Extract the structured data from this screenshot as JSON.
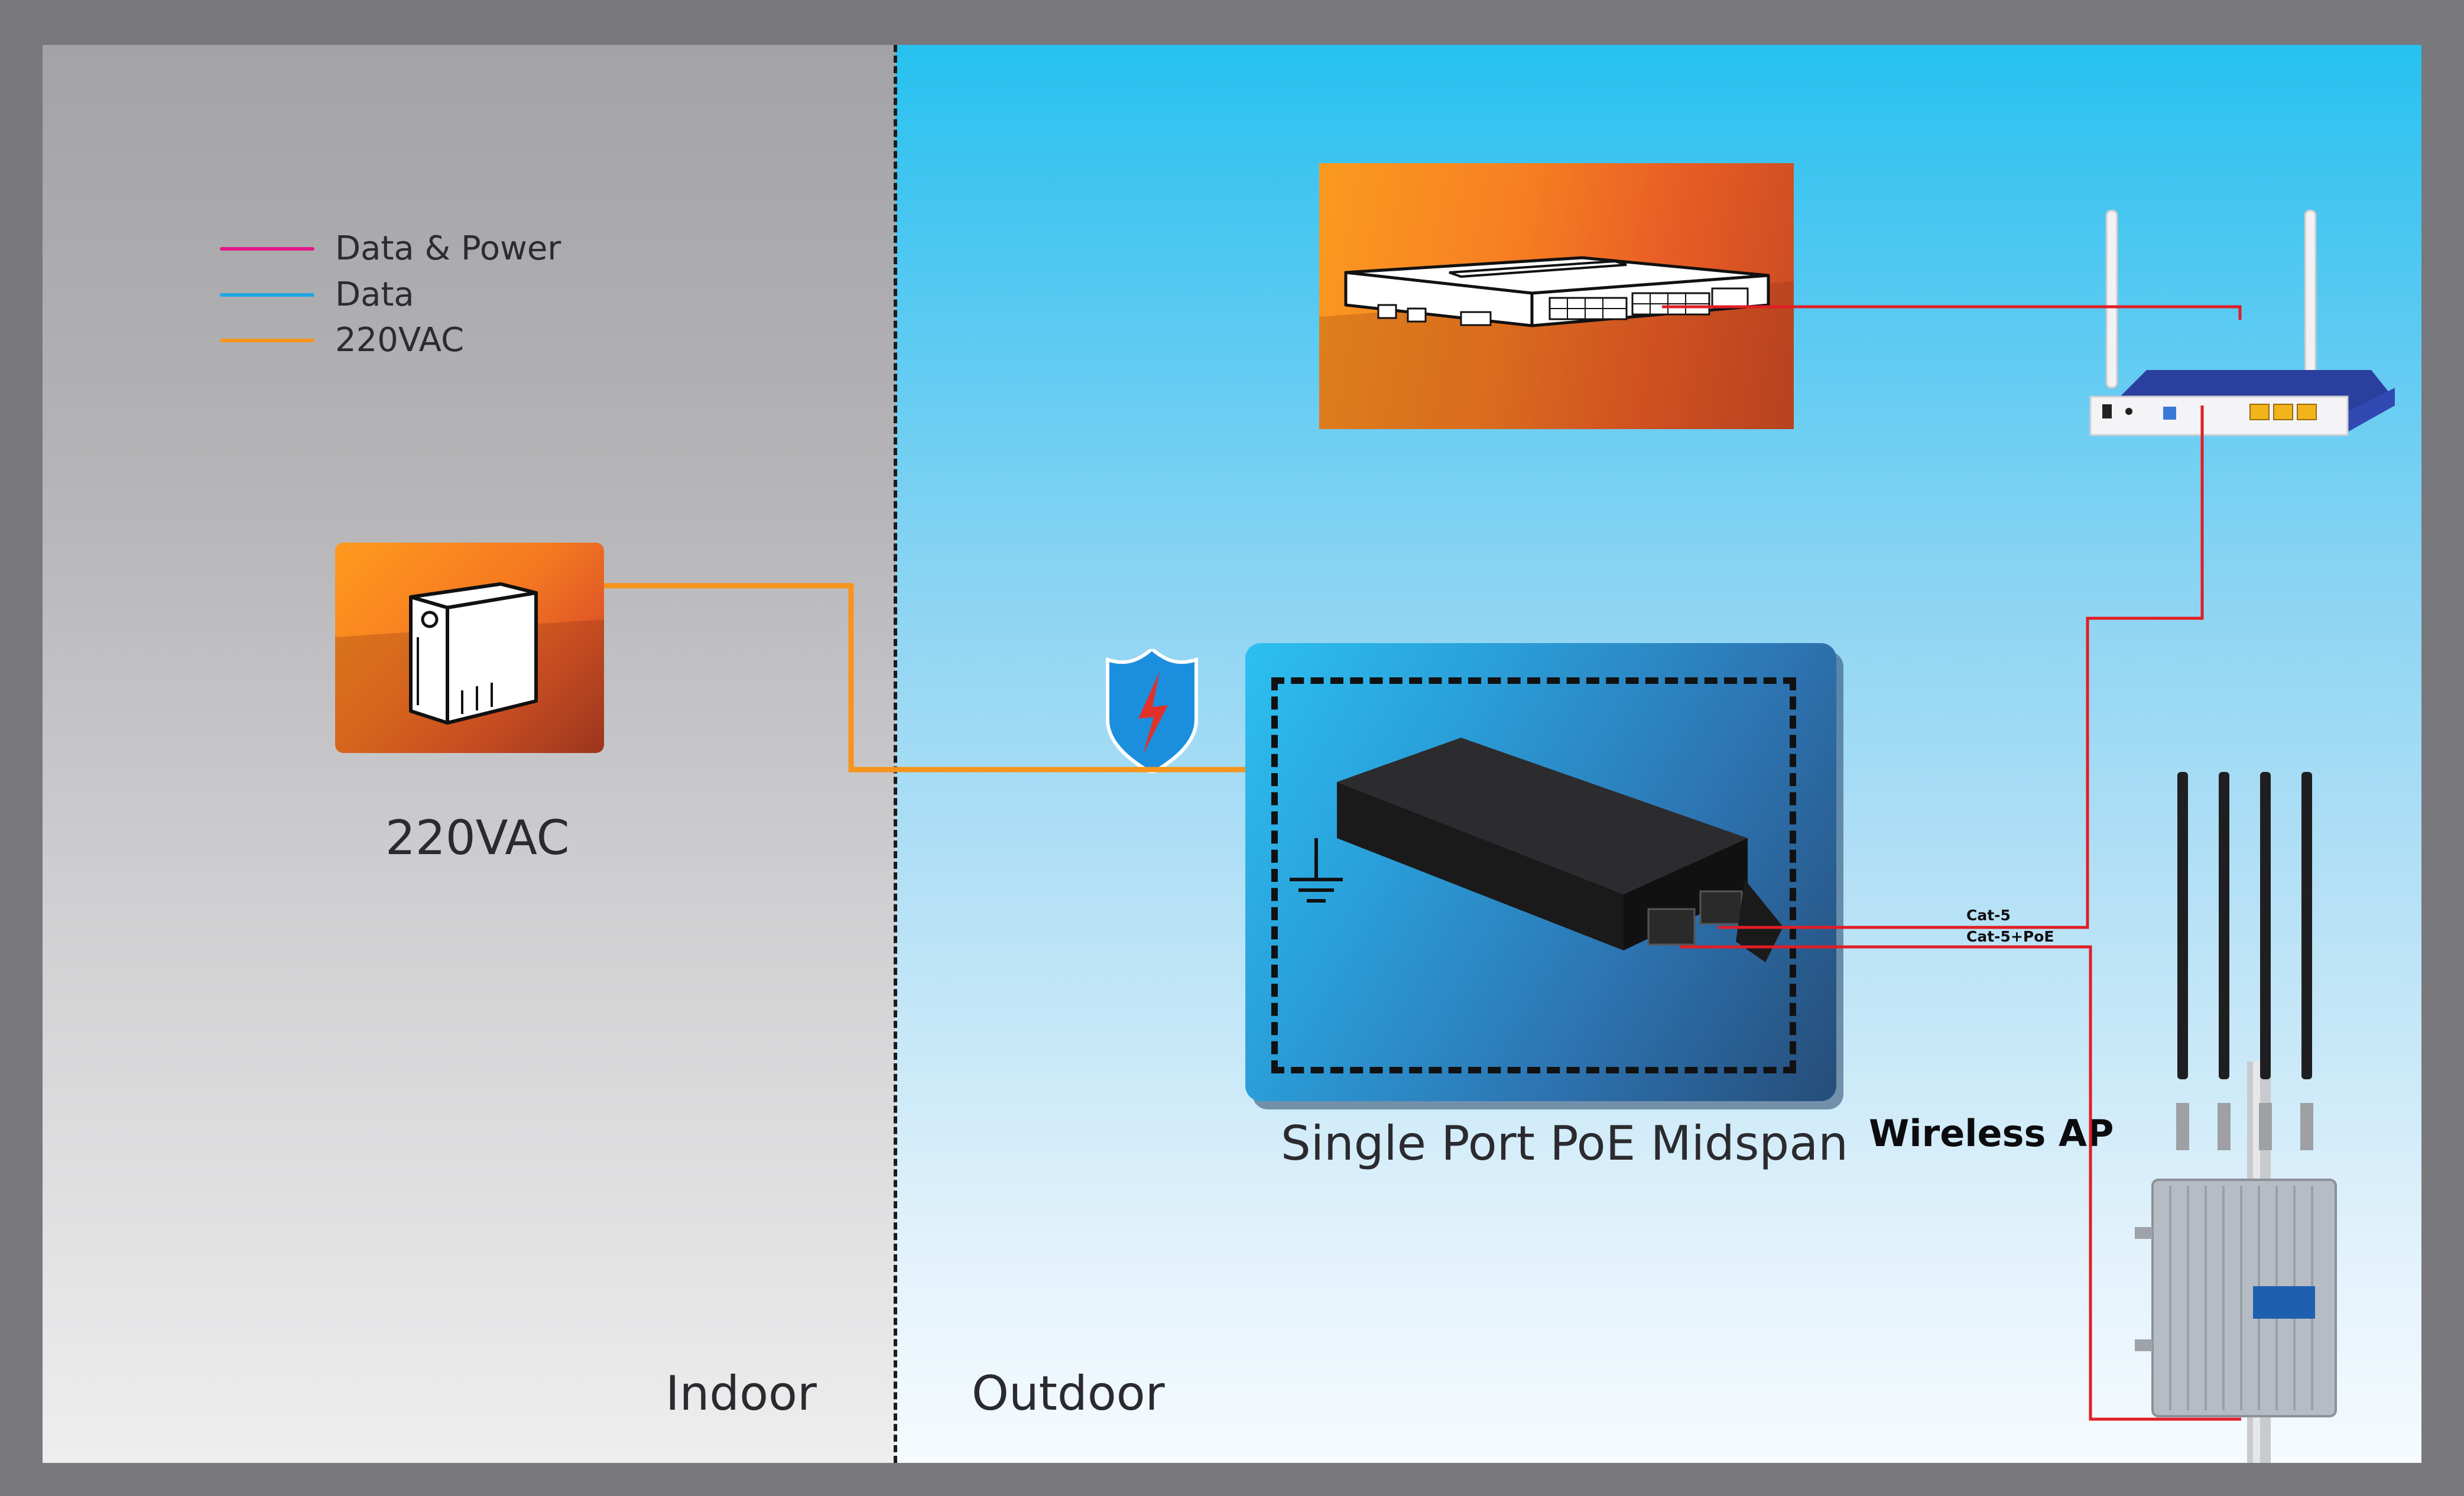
{
  "legend": [
    {
      "label": "Data & Power",
      "color": "#e5178a"
    },
    {
      "label": "Data",
      "color": "#1fa6e2"
    },
    {
      "label": "220VAC",
      "color": "#f7941d"
    }
  ],
  "nodes": {
    "ups": {
      "label": "220VAC",
      "icon": "ups-icon"
    },
    "switch": {
      "icon": "network-switch-icon"
    },
    "router": {
      "icon": "router-icon"
    },
    "midspan": {
      "label": "Single Port PoE Midspan",
      "icon": "poe-injector-icon"
    },
    "surge": {
      "icon": "surge-protection-shield-icon"
    },
    "ground": {
      "icon": "ground-icon"
    },
    "access_point": {
      "label": "Wireless AP",
      "icon": "outdoor-access-point-icon"
    }
  },
  "cables": {
    "cat5": "Cat-5",
    "cat5_poe": "Cat-5+PoE",
    "cable_color": "#e01e25",
    "power_color": "#f7941d"
  },
  "zones": {
    "indoor": "Indoor",
    "outdoor": "Outdoor"
  }
}
